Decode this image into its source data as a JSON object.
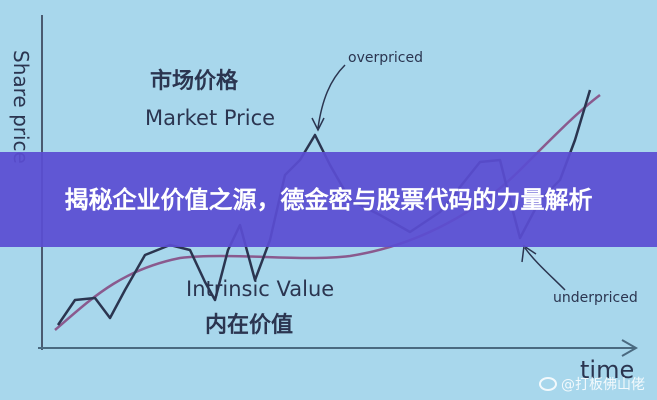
{
  "diagram": {
    "y_axis_label": "Share price",
    "x_axis_label": "time",
    "market_price_cn": "市场价格",
    "market_price_en": "Market Price",
    "intrinsic_value_en": "Intrinsic Value",
    "intrinsic_value_cn": "内在价值",
    "overpriced": "overpriced",
    "underpriced": "underpriced",
    "colors": {
      "background": "#a8d7ec",
      "market_line": "#2b3550",
      "intrinsic_line": "#8a5a8e",
      "banner": "#5a4ed2"
    }
  },
  "banner": {
    "title": "揭秘企业价值之源，德金密与股票代码的力量解析"
  },
  "watermark": {
    "text": "@打板佛山佬",
    "icon": "weibo-icon"
  }
}
